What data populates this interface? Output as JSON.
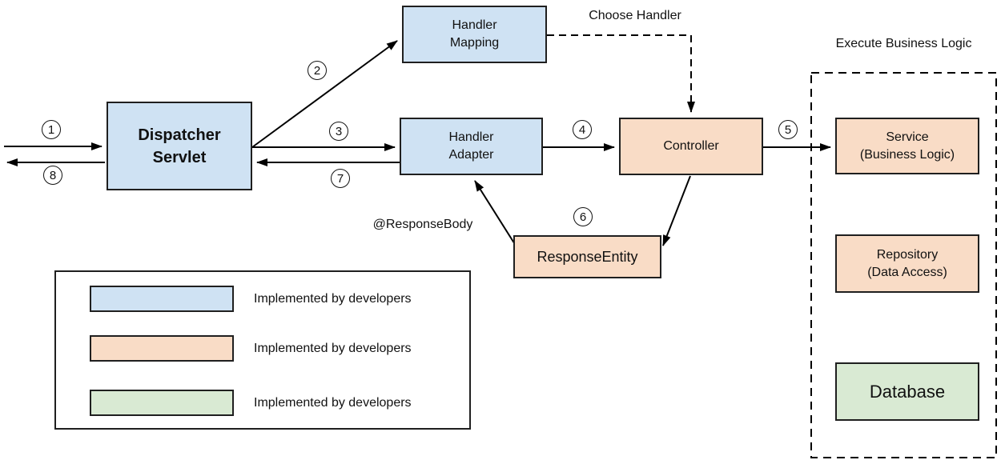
{
  "diagram": {
    "nodes": {
      "dispatcher_servlet": {
        "label": "Dispatcher\nServlet",
        "color": "#cfe2f3"
      },
      "handler_mapping": {
        "label": "Handler\nMapping",
        "color": "#cfe2f3"
      },
      "handler_adapter": {
        "label": "Handler\nAdapter",
        "color": "#cfe2f3"
      },
      "controller": {
        "label": "Controller",
        "color": "#f9dcc6"
      },
      "response_entity": {
        "label": "ResponseEntity",
        "color": "#f9dcc6"
      },
      "service": {
        "label": "Service\n(Business Logic)",
        "color": "#f9dcc6"
      },
      "repository": {
        "label": "Repository\n(Data Access)",
        "color": "#f9dcc6"
      },
      "database": {
        "label": "Database",
        "color": "#d9ead3"
      }
    },
    "group": {
      "title": "Execute Business Logic"
    },
    "edge_labels": {
      "choose_handler": "Choose Handler",
      "response_body": "@ResponseBody"
    },
    "steps": [
      "1",
      "2",
      "3",
      "4",
      "5",
      "6",
      "7",
      "8"
    ]
  },
  "legend": {
    "items": [
      {
        "swatch_color": "#cfe2f3",
        "label": "Implemented by developers"
      },
      {
        "swatch_color": "#f9dcc6",
        "label": "Implemented by developers"
      },
      {
        "swatch_color": "#d9ead3",
        "label": "Implemented by developers"
      }
    ]
  },
  "colors": {
    "node_blue": "#cfe2f3",
    "node_orange": "#f9dcc6",
    "node_green": "#d9ead3",
    "line": "#000000",
    "border": "#1f1f1f"
  }
}
